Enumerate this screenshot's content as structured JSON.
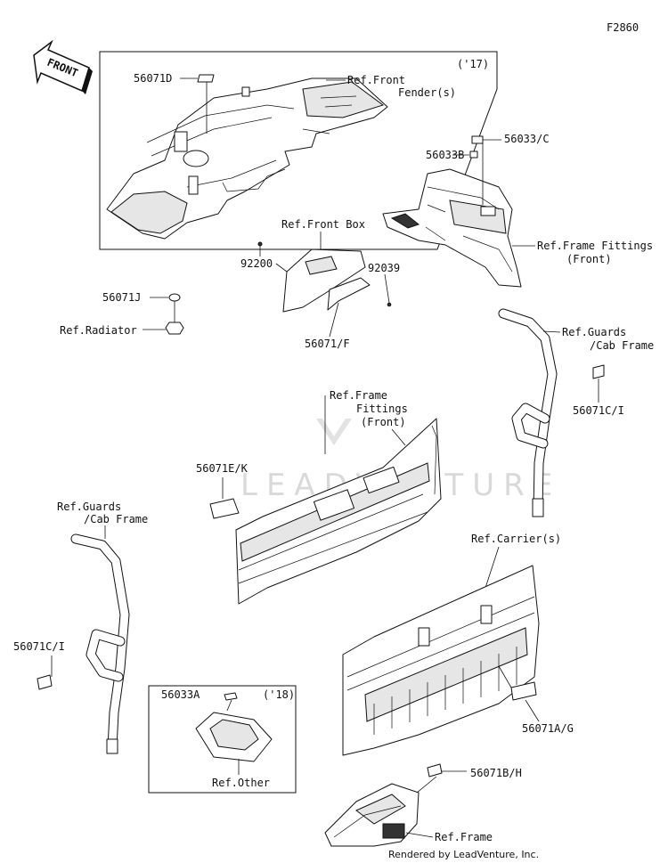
{
  "diagram_code": "F2860",
  "watermark": "LEADVENTURE",
  "footer": "Rendered by LeadVenture, Inc.",
  "front_arrow": "FRONT",
  "boxes": {
    "top_year": "('17)",
    "bottom_year": "('18)"
  },
  "labels": {
    "p56071D": "56071D",
    "ref_front_fender_1": "Ref.Front",
    "ref_front_fender_2": "Fender(s)",
    "p56033C": "56033/C",
    "p56033B": "56033B",
    "ref_front_box": "Ref.Front Box",
    "p92200": "92200",
    "p92039": "92039",
    "p56071J": "56071J",
    "ref_radiator": "Ref.Radiator",
    "p56071F": "56071/F",
    "ref_frame_fittings_front_1": "Ref.Frame Fittings",
    "ref_frame_fittings_front_2": "(Front)",
    "ref_guards_right_1": "Ref.Guards",
    "ref_guards_right_2": "/Cab Frame",
    "p56071CI_right": "56071C/I",
    "ref_frame_fittings_mid_1": "Ref.Frame",
    "ref_frame_fittings_mid_2": "Fittings",
    "ref_frame_fittings_mid_3": "(Front)",
    "p56071EK": "56071E/K",
    "ref_guards_left_1": "Ref.Guards",
    "ref_guards_left_2": "/Cab Frame",
    "ref_carriers": "Ref.Carrier(s)",
    "p56071CI_left": "56071C/I",
    "p56033A": "56033A",
    "ref_other": "Ref.Other",
    "p56071AG": "56071A/G",
    "p56071BH": "56071B/H",
    "ref_frame": "Ref.Frame"
  }
}
